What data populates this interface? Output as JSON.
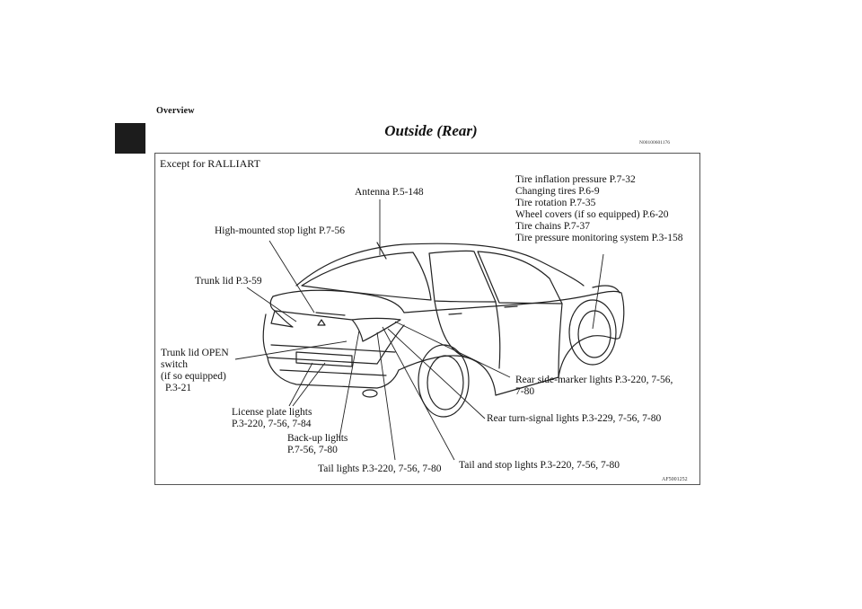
{
  "header": {
    "section": "Overview",
    "title": "Outside (Rear)",
    "doc_code": "N00100601176"
  },
  "figure": {
    "variant": "Except for RALLIART",
    "figure_code": "AF5001252",
    "labels": {
      "antenna": "Antenna P.5-148",
      "tire_inflation": "Tire inflation pressure P.7-32",
      "changing_tires": "Changing tires P.6-9",
      "tire_rotation": "Tire rotation P.7-35",
      "wheel_covers": "Wheel covers (if so equipped) P.6-20",
      "tire_chains": "Tire chains P.7-37",
      "tpms": "Tire pressure monitoring system P.3-158",
      "high_mounted_stop": "High-mounted stop light P.7-56",
      "trunk_lid": "Trunk lid P.3-59",
      "trunk_open_1": "Trunk lid OPEN",
      "trunk_open_2": "switch",
      "trunk_open_3": "(if so equipped)",
      "trunk_open_4": "P.3-21",
      "rear_side_marker_1": "Rear side-marker lights P.3-220, 7-56,",
      "rear_side_marker_2": "7-80",
      "license_1": "License plate lights",
      "license_2": "P.3-220, 7-56, 7-84",
      "rear_turn": "Rear turn-signal lights P.3-229, 7-56, 7-80",
      "backup_1": "Back-up lights",
      "backup_2": "P.7-56, 7-80",
      "tail_lights": "Tail lights P.3-220, 7-56, 7-80",
      "tail_stop": "Tail and stop lights P.3-220, 7-56, 7-80"
    }
  }
}
